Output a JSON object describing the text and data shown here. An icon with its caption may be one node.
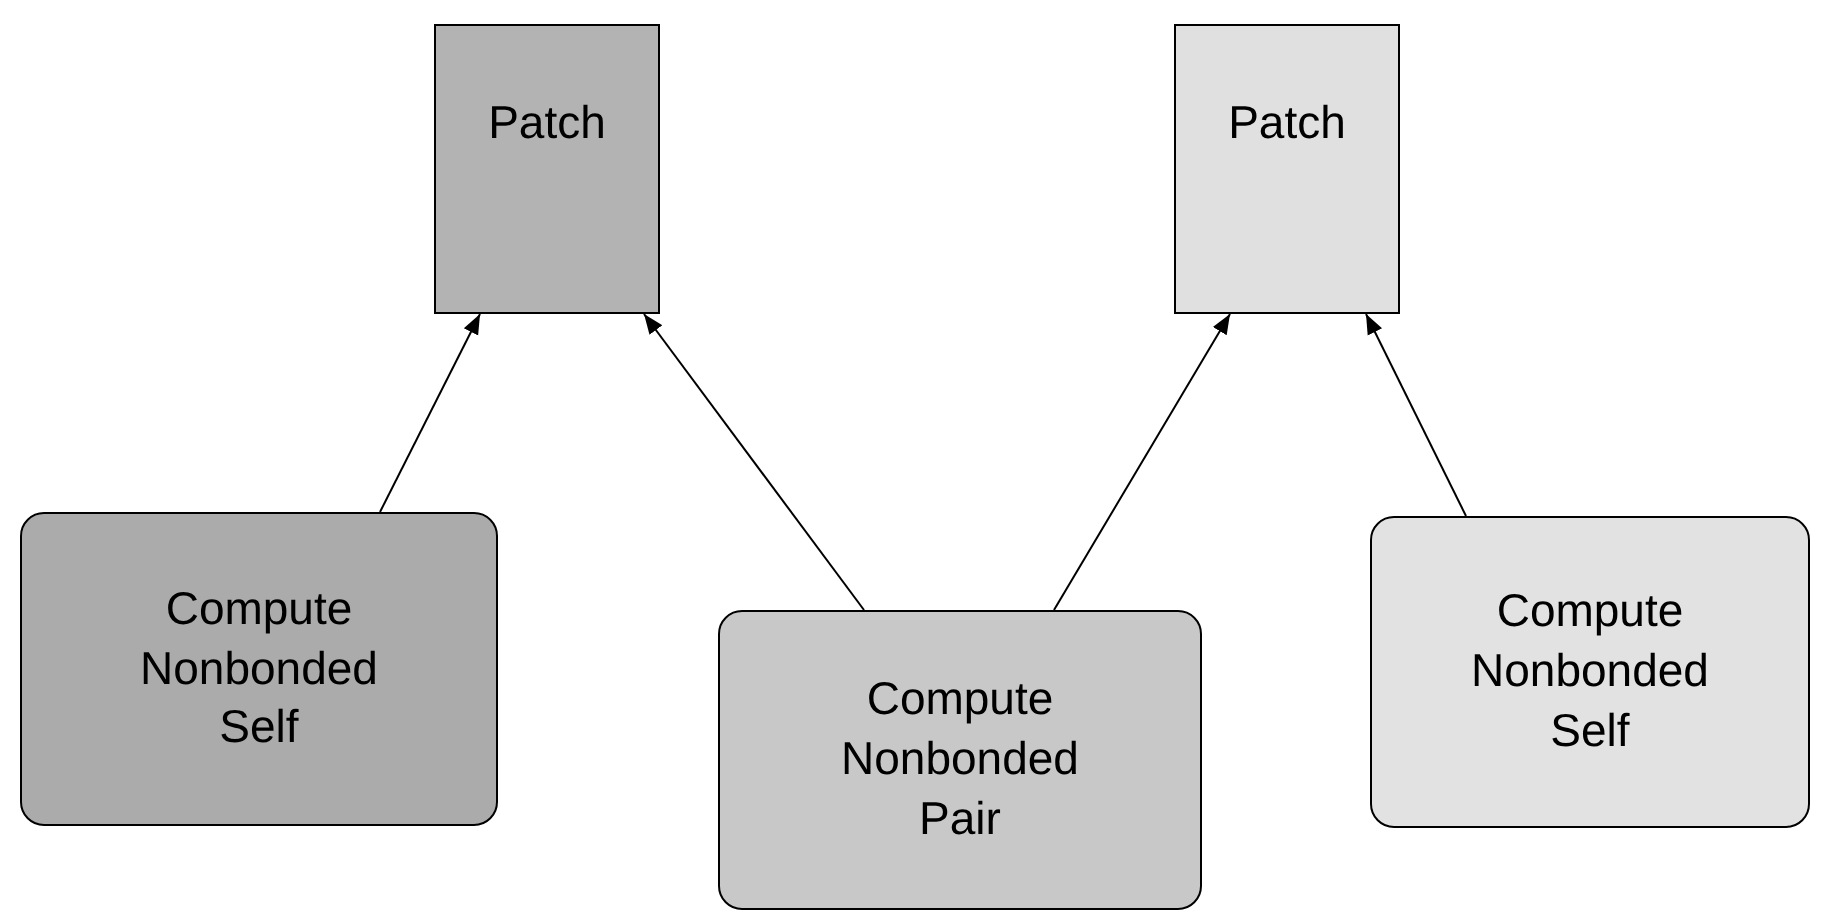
{
  "diagram": {
    "nodes": [
      {
        "text": [
          "Patch"
        ]
      },
      {
        "text": [
          "Patch"
        ]
      },
      {
        "text": [
          "Compute Nonbonded Self"
        ]
      },
      {
        "text": [
          "Compute Nonbonded Pair"
        ]
      },
      {
        "text": [
          "Compute Nonbonded Self"
        ]
      }
    ],
    "edges": [
      {
        "from": 2,
        "to": 0,
        "arrow": "to"
      },
      {
        "from": 3,
        "to": 0,
        "arrow": "to"
      },
      {
        "from": 3,
        "to": 1,
        "arrow": "to"
      },
      {
        "from": 4,
        "to": 1,
        "arrow": "to"
      }
    ]
  }
}
